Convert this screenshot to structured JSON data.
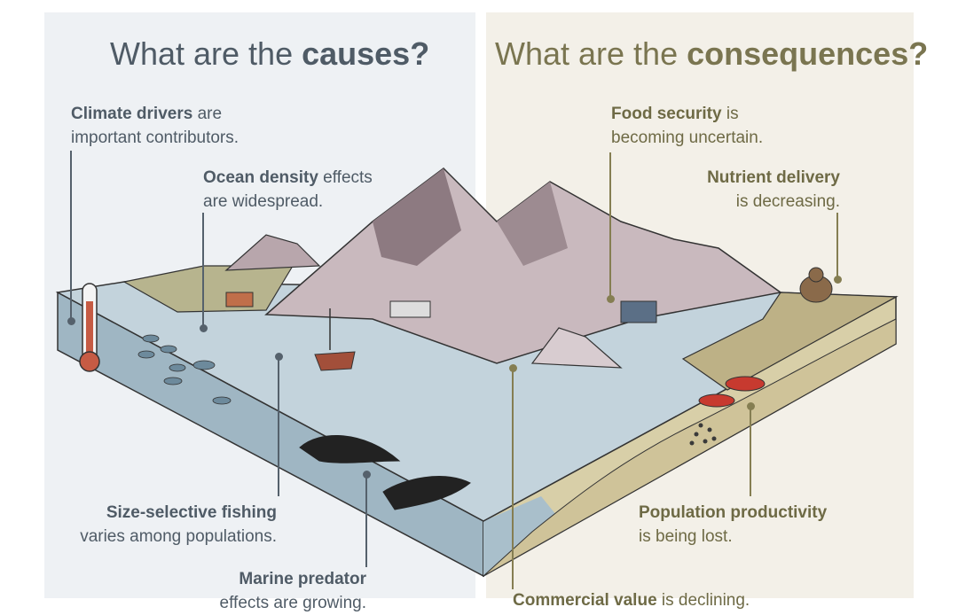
{
  "headings": {
    "causes": {
      "prefix": "What are the ",
      "bold": "causes?"
    },
    "consequences": {
      "prefix": "What are the ",
      "bold": "consequences?"
    }
  },
  "causes": [
    {
      "id": "climate",
      "bold": "Climate drivers",
      "rest_line1": " are",
      "line2": "important contributors."
    },
    {
      "id": "ocean",
      "bold": "Ocean density",
      "rest_line1": " effects",
      "line2": "are widespread."
    },
    {
      "id": "fishing",
      "bold": "Size-selective fishing",
      "rest_line1": "",
      "line2": "varies among populations."
    },
    {
      "id": "predator",
      "bold": "Marine predator",
      "rest_line1": "",
      "line2": "effects are growing."
    }
  ],
  "consequences": [
    {
      "id": "food",
      "bold": "Food security",
      "rest_line1": " is",
      "line2": "becoming uncertain."
    },
    {
      "id": "nutrient",
      "bold": "Nutrient delivery",
      "rest_line1": "",
      "line2": "is decreasing."
    },
    {
      "id": "population",
      "bold": "Population productivity",
      "rest_line1": "",
      "line2": "is being lost."
    },
    {
      "id": "commercial",
      "bold": "Commercial value",
      "rest_line1": " is declining.",
      "line2": ""
    }
  ],
  "colors": {
    "causes_text": "#4f5b66",
    "consequences_text": "#7a7550",
    "water": "#b8c9d3",
    "sediment": "#d9cfa6",
    "mountain": "#c7b7bc"
  }
}
